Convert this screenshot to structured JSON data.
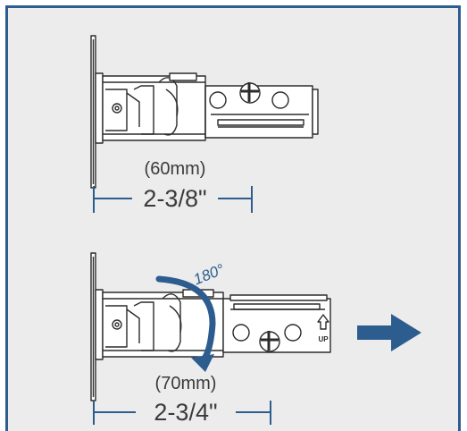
{
  "top_latch": {
    "metric_label": "(60mm)",
    "imperial_label": "2-3/8\""
  },
  "bottom_latch": {
    "metric_label": "(70mm)",
    "imperial_label": "2-3/4\"",
    "rotation_label": "180°",
    "up_marker_label": "UP"
  },
  "colors": {
    "border": "#2d5d8f",
    "dimension_line": "#2d5d8f",
    "rotation_arrow": "#2d5d8f",
    "direction_arrow": "#2d5d8f",
    "background": "#ececec",
    "drawing": "#2b2b2b"
  }
}
